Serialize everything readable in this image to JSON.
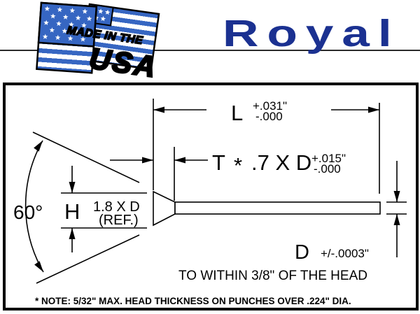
{
  "header": {
    "brand": "Royal",
    "brand_color": "#1b3191",
    "flag": {
      "line1": "MADE IN THE",
      "line2": "USA",
      "blue": "#3666c2"
    }
  },
  "diagram": {
    "dims": {
      "L": {
        "label": "L",
        "tol_plus": "+.031\"",
        "tol_minus": "-.000"
      },
      "T": {
        "label": "T",
        "note_marker": "*",
        "formula": ".7 X D",
        "tol_plus": "+.015\"",
        "tol_minus": "-.000"
      },
      "angle": {
        "label": "60°"
      },
      "H": {
        "label": "H",
        "formula": "1.8 X D",
        "ref": "(REF.)"
      },
      "D": {
        "label": "D",
        "tolerance": "+/-.0003\""
      }
    },
    "runout_note": "TO WITHIN 3/8\" OF THE HEAD",
    "footnote": "* NOTE: 5/32\" MAX. HEAD THICKNESS ON PUNCHES OVER .224\" DIA."
  }
}
